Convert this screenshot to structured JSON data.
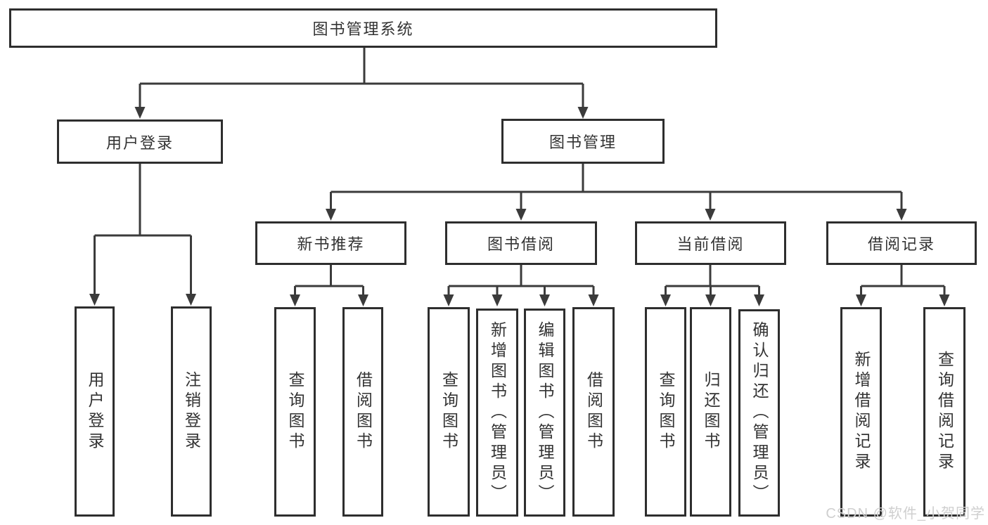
{
  "tree": {
    "root": {
      "label": "图书管理系统"
    },
    "children": [
      {
        "label": "用户登录",
        "children": [
          {
            "label": "用户登录"
          },
          {
            "label": "注销登录"
          }
        ]
      },
      {
        "label": "图书管理",
        "children": [
          {
            "label": "新书推荐",
            "children": [
              {
                "label": "查询图书"
              },
              {
                "label": "借阅图书"
              }
            ]
          },
          {
            "label": "图书借阅",
            "children": [
              {
                "label": "查询图书"
              },
              {
                "label": "新增图书（管理员）"
              },
              {
                "label": "编辑图书（管理员）"
              },
              {
                "label": "借阅图书"
              }
            ]
          },
          {
            "label": "当前借阅",
            "children": [
              {
                "label": "查询图书"
              },
              {
                "label": "归还图书"
              },
              {
                "label": "确认归还（管理员）"
              }
            ]
          },
          {
            "label": "借阅记录",
            "children": [
              {
                "label": "新增借阅记录"
              },
              {
                "label": "查询借阅记录"
              }
            ]
          }
        ]
      }
    ]
  },
  "watermark": {
    "text": "CSDN @软件_小贺同学"
  },
  "colors": {
    "background": "#ffffff",
    "line": "#3b3b3b",
    "box_border": "#2e2e2e",
    "box_fill": "#ffffff",
    "text": "#333333",
    "watermark": "#cfcfcf"
  }
}
